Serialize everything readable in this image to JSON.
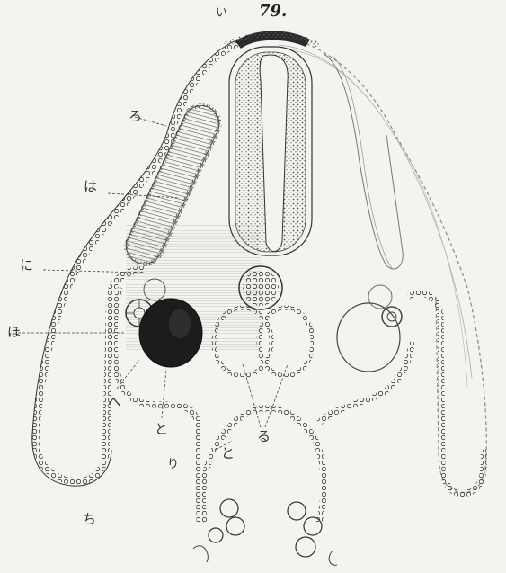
{
  "figure": {
    "corner_mark": "い",
    "number": "79."
  },
  "labels": {
    "ro": "ろ",
    "ha": "は",
    "ni": "に",
    "ho": "ほ",
    "he": "へ",
    "to_left": "と",
    "ri": "り",
    "nu": "る",
    "to_right": "と",
    "chi": "ち"
  },
  "colors": {
    "ink": "#2a2a2a",
    "paper": "#f3f3ef",
    "dark_mass": "#1c1c1c"
  }
}
